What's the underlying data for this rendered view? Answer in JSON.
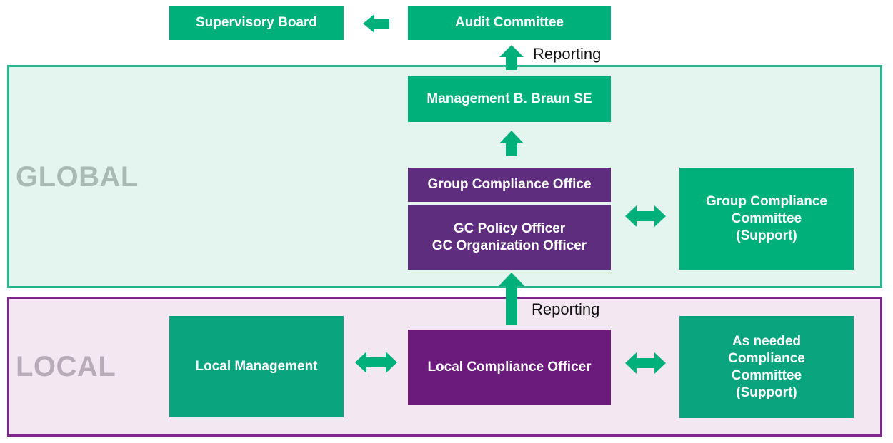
{
  "zones": {
    "global": "GLOBAL",
    "local": "LOCAL"
  },
  "boxes": {
    "supervisory_board": "Supervisory Board",
    "audit_committee": "Audit Committee",
    "management": "Management B. Braun SE",
    "group_compliance_office": "Group Compliance Office",
    "gc_officers": "GC Policy Officer\nGC Organization Officer",
    "group_compliance_committee": "Group Compliance\nCommittee\n(Support)",
    "local_management": "Local Management",
    "local_compliance_officer": "Local Compliance Officer",
    "as_needed_committee": "As needed\nCompliance\nCommittee\n(Support)"
  },
  "labels": {
    "reporting_top": "Reporting",
    "reporting_bottom": "Reporting"
  },
  "colors": {
    "green": "#00b07a",
    "teal": "#0aa47f",
    "purple_dark": "#5e2d7e",
    "purple": "#6a1b7c",
    "global_fill": "#e4f5f0",
    "global_border": "#2ab58f",
    "local_fill": "#f3e8f2",
    "local_border": "#7a2a86"
  }
}
